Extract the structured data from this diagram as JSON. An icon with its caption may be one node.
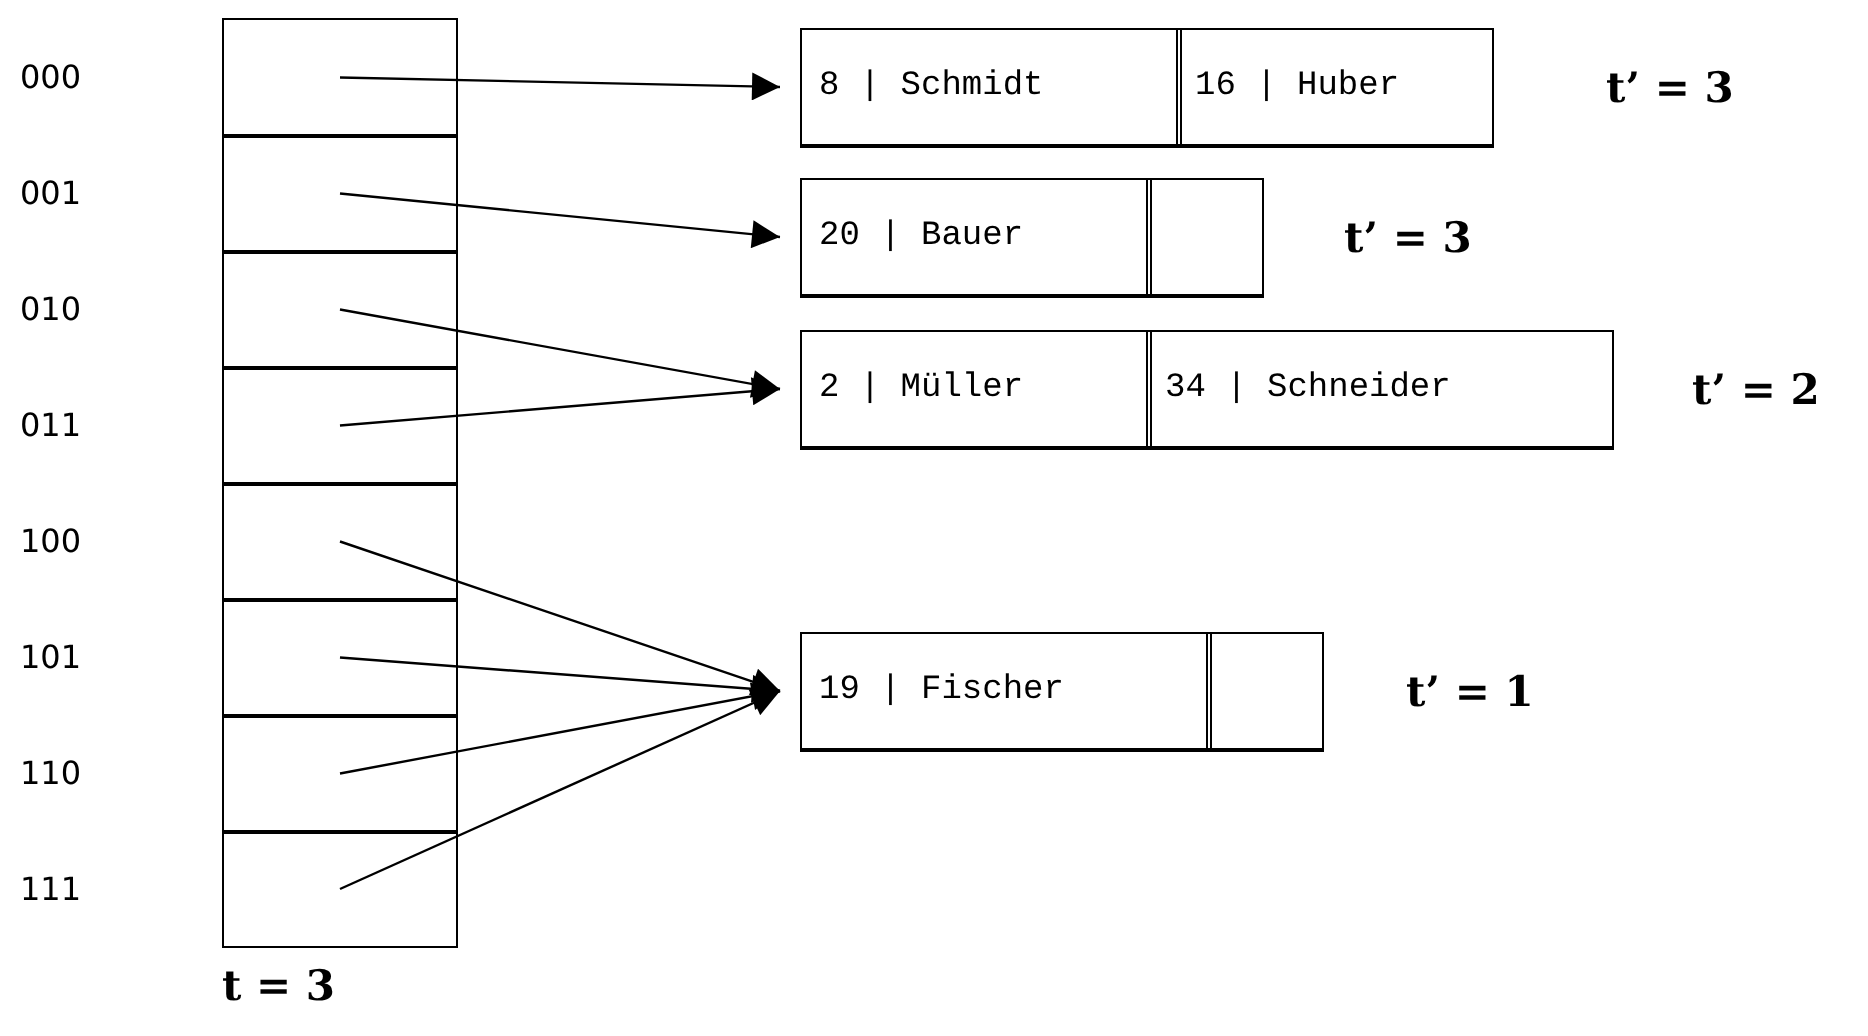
{
  "diagram": {
    "nodes": [
      {
        "text": [],
        "shape": "box"
      },
      {
        "text": [],
        "shape": "box"
      },
      {
        "text": [],
        "shape": "box"
      },
      {
        "text": [],
        "shape": "box"
      },
      {
        "text": [],
        "shape": "box"
      },
      {
        "text": [],
        "shape": "box"
      },
      {
        "text": [],
        "shape": "box"
      },
      {
        "text": [],
        "shape": "box"
      },
      {
        "text": [],
        "shape": "box",
        "beside": [
          "t’ = 3"
        ]
      },
      {
        "text": [
          "8 | Schmidt"
        ],
        "in": 8
      },
      {
        "text": [
          "16 | Huber"
        ],
        "in": 8
      },
      {
        "text": [],
        "shape": "box",
        "beside": [
          "t’ = 3"
        ]
      },
      {
        "text": [
          "20 | Bauer"
        ],
        "in": 11
      },
      {
        "text": [],
        "shape": "box",
        "in": 11
      },
      {
        "text": [],
        "shape": "box",
        "beside": [
          "t’ = 2"
        ]
      },
      {
        "text": [
          "2 | Müller"
        ],
        "in": 14
      },
      {
        "text": [
          "34 | Schneider"
        ],
        "in": 14
      },
      {
        "text": [],
        "shape": "box",
        "beside": [
          "t’ = 1"
        ]
      },
      {
        "text": [
          "19 | Fischer"
        ],
        "in": 17
      },
      {
        "text": [],
        "shape": "box",
        "in": 17
      }
    ],
    "edges": [
      {
        "from": 0,
        "to": 8,
        "arrow": "to"
      },
      {
        "from": 1,
        "to": 11,
        "arrow": "to"
      },
      {
        "from": 2,
        "to": 14,
        "arrow": "to"
      },
      {
        "from": 3,
        "to": 14,
        "arrow": "to"
      },
      {
        "from": 4,
        "to": 17,
        "arrow": "to"
      },
      {
        "from": 5,
        "to": 17,
        "arrow": "to"
      },
      {
        "from": 6,
        "to": 17,
        "arrow": "to"
      },
      {
        "from": 7,
        "to": 17,
        "arrow": "to"
      }
    ],
    "labels": [
      "000",
      "001",
      "010",
      "011",
      "100",
      "101",
      "110",
      "111",
      "t = 3"
    ]
  }
}
